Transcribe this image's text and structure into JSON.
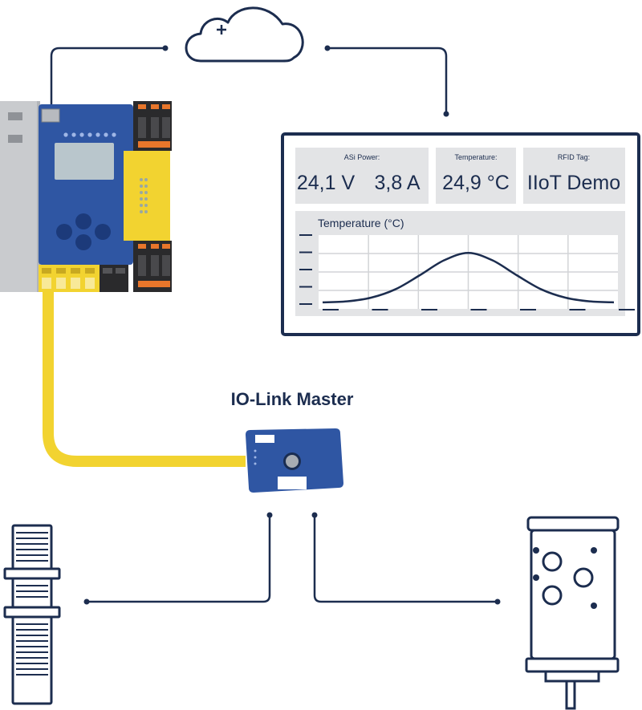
{
  "dashboard": {
    "asi_power_label": "ASi Power:",
    "voltage": "24,1 V",
    "current": "3,8 A",
    "temperature_label": "Temperature:",
    "temperature_value": "24,9 °C",
    "rfid_label": "RFID Tag:",
    "rfid_value": "IIoT Demo",
    "chart_title": "Temperature (°C)"
  },
  "iolink_master": {
    "label": "IO-Link Master"
  },
  "colors": {
    "navy": "#1c2d4f",
    "blue": "#2f56a3",
    "yellow": "#f2d330",
    "orange": "#e8762b",
    "gray": "#c9cbce",
    "panel": "#e3e4e6"
  },
  "chart_data": {
    "type": "line",
    "title": "Temperature (°C)",
    "xlabel": "",
    "ylabel": "",
    "x": [
      0,
      1,
      2,
      3,
      4,
      5,
      6,
      7,
      8,
      9,
      10,
      11,
      12
    ],
    "series": [
      {
        "values": [
          0.1,
          0.2,
          0.6,
          1.5,
          3.0,
          4.6,
          5.4,
          4.6,
          3.0,
          1.5,
          0.6,
          0.2,
          0.1
        ]
      }
    ],
    "ylim": [
      0,
      8
    ],
    "grid": true
  }
}
